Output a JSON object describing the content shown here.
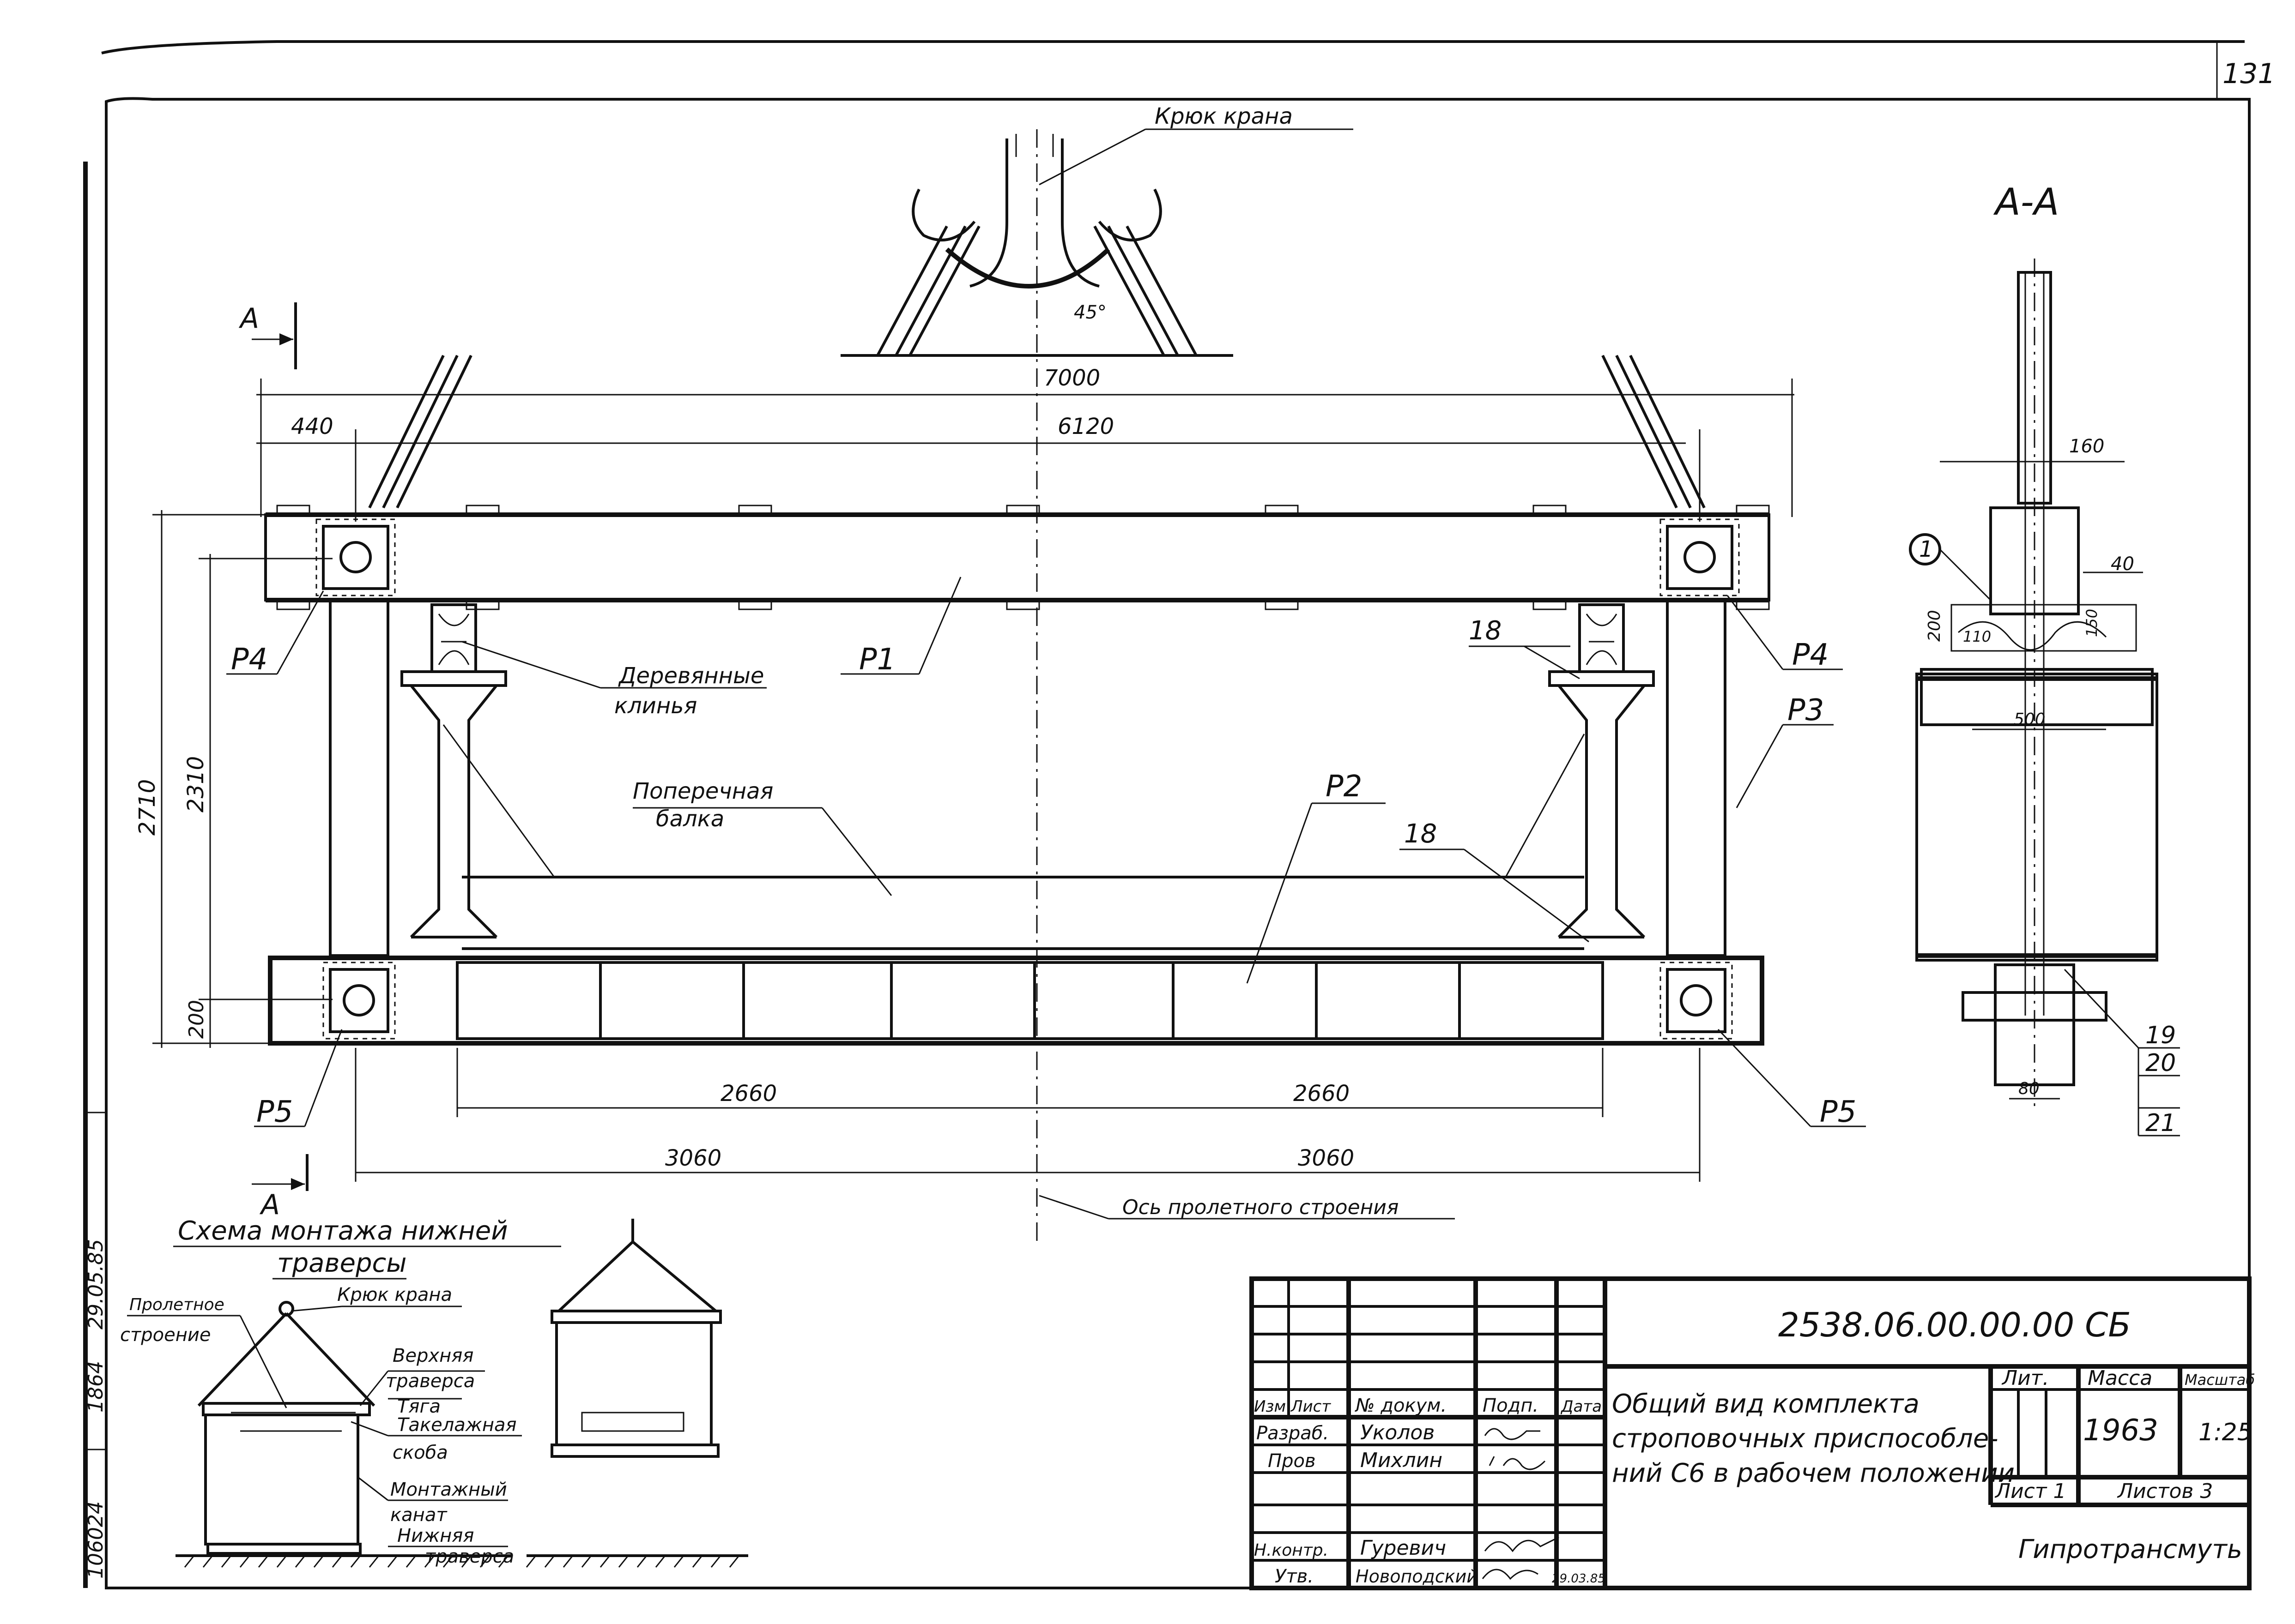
{
  "sheet_number": "131",
  "main_view": {
    "label_hook": "Крюк крана",
    "angle": "45°",
    "dims": {
      "overall": "7000",
      "inner": "6120",
      "left_offset": "440",
      "height_total": "2710",
      "height_inner": "2310",
      "bottom_height": "200",
      "half_inner_left": "2660",
      "half_inner_right": "2660",
      "half_outer_left": "3060",
      "half_outer_right": "3060"
    },
    "callouts": {
      "p1": "P1",
      "p2": "P2",
      "p3": "P3",
      "p4_left": "P4",
      "p4_right": "P4",
      "p5_left": "P5",
      "p5_right": "P5",
      "n18_top": "18",
      "n18_bottom": "18",
      "wood_wedges_1": "Деревянные",
      "wood_wedges_2": "клинья",
      "cross_beam_1": "Поперечная",
      "cross_beam_2": "балка",
      "axis": "Ось пролетного строения"
    },
    "section_mark_top": "А",
    "section_mark_bottom": "А"
  },
  "section_view": {
    "title": "А-А",
    "dims": {
      "d160": "160",
      "d40": "40",
      "d200": "200",
      "d150": "150",
      "d110": "110",
      "d500": "500",
      "d80": "80"
    },
    "callouts": {
      "c1": "1",
      "c19": "19",
      "c20": "20",
      "c21": "21"
    }
  },
  "scheme": {
    "title_1": "Схема монтажа нижней",
    "title_2": "траверсы",
    "labels": {
      "span_1": "Пролетное",
      "span_2": "строение",
      "hook": "Крюк крана",
      "upper_1": "Верхняя",
      "upper_2": "траверса",
      "rod": "Тяга",
      "shackle_1": "Такелажная",
      "shackle_2": "скоба",
      "rope_1": "Монтажный",
      "rope_2": "канат",
      "lower_1": "Нижняя",
      "lower_2": "траверса"
    }
  },
  "side_margin": {
    "inv_no": "106024",
    "note": "1864",
    "date": "29.05.85"
  },
  "title_block": {
    "code": "2538.06.00.00.00 СБ",
    "description_1": "Общий вид комплекта",
    "description_2": "строповочных приспособле-",
    "description_3": "ний С6 в рабочем положении",
    "header_izm": "Изм",
    "header_list": "Лист",
    "header_doc": "№ докум.",
    "header_sign": "Подп.",
    "header_date": "Дата",
    "role_razrab": "Разраб.",
    "name_razrab": "Уколов",
    "role_prov": "Пров",
    "name_prov": "Михлин",
    "role_nkontr": "Н.контр.",
    "name_nkontr": "Гуревич",
    "role_utv": "Утв.",
    "name_utv": "Новоподский",
    "sign_date": "29.03.85",
    "lit_label": "Лит.",
    "mass_label": "Масса",
    "scale_label": "Масштаб",
    "mass_value": "1963",
    "scale_value": "1:25",
    "sheet_label": "Лист 1",
    "sheets_label": "Листов 3",
    "organization": "Гипротрансмуть"
  }
}
